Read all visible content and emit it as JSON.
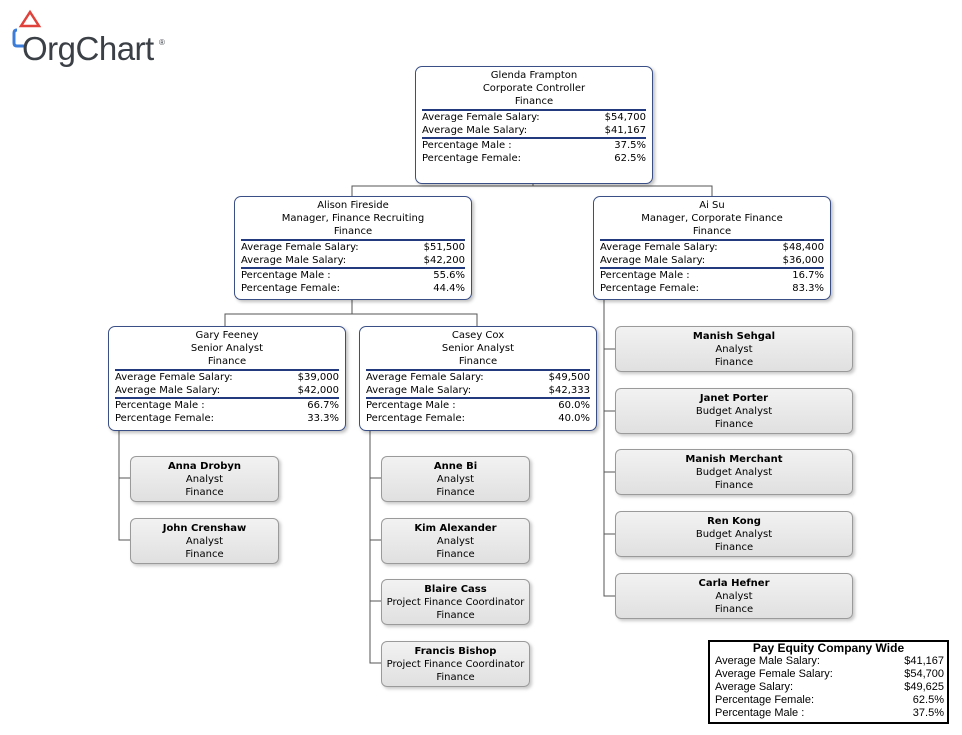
{
  "logo": {
    "text": "OrgChart",
    "tm": "®"
  },
  "labels": {
    "avg_female": "Average Female Salary:",
    "avg_male": "Average Male Salary:",
    "pct_male": "Percentage Male :",
    "pct_female": "Percentage Female:"
  },
  "managers": {
    "glenda": {
      "name": "Glenda Frampton",
      "title": "Corporate Controller",
      "dept": "Finance",
      "avg_female": "$54,700",
      "avg_male": "$41,167",
      "pct_male": "37.5%",
      "pct_female": "62.5%"
    },
    "alison": {
      "name": "Alison Fireside",
      "title": "Manager, Finance Recruiting",
      "dept": "Finance",
      "avg_female": "$51,500",
      "avg_male": "$42,200",
      "pct_male": "55.6%",
      "pct_female": "44.4%"
    },
    "aisu": {
      "name": "Ai Su",
      "title": "Manager, Corporate Finance",
      "dept": "Finance",
      "avg_female": "$48,400",
      "avg_male": "$36,000",
      "pct_male": "16.7%",
      "pct_female": "83.3%"
    },
    "gary": {
      "name": "Gary Feeney",
      "title": "Senior Analyst",
      "dept": "Finance",
      "avg_female": "$39,000",
      "avg_male": "$42,000",
      "pct_male": "66.7%",
      "pct_female": "33.3%"
    },
    "casey": {
      "name": "Casey Cox",
      "title": "Senior Analyst",
      "dept": "Finance",
      "avg_female": "$49,500",
      "avg_male": "$42,333",
      "pct_male": "60.0%",
      "pct_female": "40.0%"
    }
  },
  "employees": {
    "anna": {
      "name": "Anna Drobyn",
      "title": "Analyst",
      "dept": "Finance"
    },
    "john": {
      "name": "John Crenshaw",
      "title": "Analyst",
      "dept": "Finance"
    },
    "anne": {
      "name": "Anne Bi",
      "title": "Analyst",
      "dept": "Finance"
    },
    "kim": {
      "name": "Kim Alexander",
      "title": "Analyst",
      "dept": "Finance"
    },
    "blaire": {
      "name": "Blaire Cass",
      "title": "Project Finance Coordinator",
      "dept": "Finance"
    },
    "francis": {
      "name": "Francis Bishop",
      "title": "Project Finance Coordinator",
      "dept": "Finance"
    },
    "manish_s": {
      "name": "Manish Sehgal",
      "title": "Analyst",
      "dept": "Finance"
    },
    "janet": {
      "name": "Janet Porter",
      "title": "Budget Analyst",
      "dept": "Finance"
    },
    "manish_m": {
      "name": "Manish Merchant",
      "title": "Budget Analyst",
      "dept": "Finance"
    },
    "ren": {
      "name": "Ren Kong",
      "title": "Budget Analyst",
      "dept": "Finance"
    },
    "carla": {
      "name": "Carla Hefner",
      "title": "Analyst",
      "dept": "Finance"
    }
  },
  "summary": {
    "title": "Pay Equity Company Wide",
    "rows": [
      {
        "label": "Average Male Salary:",
        "value": "$41,167"
      },
      {
        "label": "Average Female Salary:",
        "value": "$54,700"
      },
      {
        "label": "Average Salary:",
        "value": "$49,625"
      },
      {
        "label": "Percentage Female:",
        "value": "62.5%"
      },
      {
        "label": "Percentage Male :",
        "value": "37.5%"
      }
    ]
  },
  "colors": {
    "header_rule": "#233a7e",
    "box_border": "#3a4f86",
    "connector": "#555555"
  }
}
